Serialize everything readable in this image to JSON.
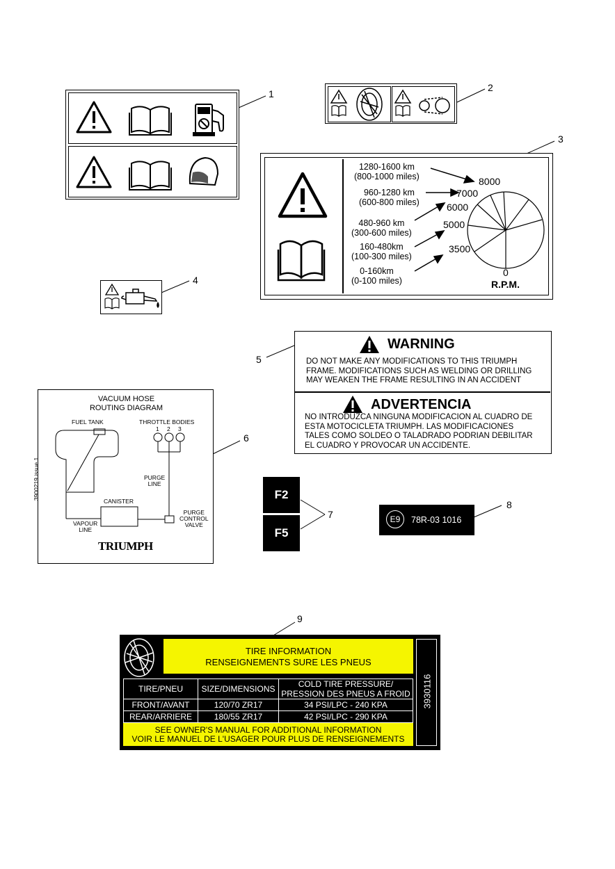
{
  "callouts": [
    "1",
    "2",
    "3",
    "4",
    "5",
    "6",
    "7",
    "8",
    "9"
  ],
  "label3": {
    "ranges": [
      {
        "km": "1280-1600 km",
        "miles": "(800-1000 miles)",
        "rpm": "8000"
      },
      {
        "km": "960-1280 km",
        "miles": "(600-800 miles)",
        "rpm": "7000"
      },
      {
        "km": "480-960 km",
        "miles": "(300-600 miles)",
        "rpm": "6000"
      },
      {
        "km": "160-480km",
        "miles": "(100-300 miles)",
        "rpm": "5000"
      },
      {
        "km": "0-160km",
        "miles": "(0-100 miles)",
        "rpm": "3500"
      }
    ],
    "zero": "0",
    "rpm_label": "R.P.M."
  },
  "label5": {
    "warning_title": "WARNING",
    "warning_lines": [
      "DO  NOT MAKE ANY MODIFICATIONS TO THIS TRIUMPH",
      "FRAME.  MODIFICATIONS SUCH AS WELDING OR DRILLING",
      "MAY WEAKEN THE FRAME RESULTING IN AN ACCIDENT"
    ],
    "advertencia_title": "ADVERTENCIA",
    "advertencia_lines": [
      "NO INTRODUZCA NINGUNA MODIFICACION AL CUADRO DE",
      "ESTA MOTOCICLETA TRIUMPH.  LAS MODIFICACIONES",
      "TALES COMO SOLDEO O TALADRADO PODRIAN DEBILITAR",
      "EL CUADRO Y PROVOCAR UN ACCIDENTE."
    ]
  },
  "label6": {
    "title1": "VACUUM HOSE",
    "title2": "ROUTING DIAGRAM",
    "fuel_tank": "FUEL TANK",
    "throttle_bodies": "THROTTLE BODIES",
    "tb_numbers": [
      "1",
      "2",
      "3"
    ],
    "purge_line1": "PURGE",
    "purge_line2": "LINE",
    "canister": "CANISTER",
    "vapour1": "VAPOUR",
    "vapour2": "LINE",
    "pcv1": "PURGE",
    "pcv2": "CONTROL",
    "pcv3": "VALVE",
    "issue": "3900219 issue 1",
    "brand": "TRIUMPH"
  },
  "label7": {
    "fuse1": "F2",
    "fuse2": "F5"
  },
  "label8": {
    "mark": "E9",
    "code": "78R-03 1016"
  },
  "label9": {
    "title1": "TIRE INFORMATION",
    "title2": "RENSEIGNEMENTS SURE LES PNEUS",
    "headers": [
      "TIRE/PNEU",
      "SIZE/DIMENSIONS",
      "COLD TIRE PRESSURE/",
      "PRESSION DES PNEUS A FROID"
    ],
    "rows": [
      [
        "FRONT/AVANT",
        "120/70 ZR17",
        "34 PSI/LPC - 240 KPA"
      ],
      [
        "REAR/ARRIERE",
        "180/55 ZR17",
        "42 PSI/LPC - 290 KPA"
      ]
    ],
    "footer1": "SEE OWNER'S MANUAL FOR ADDITIONAL INFORMATION",
    "footer2": "VOIR LE MANUEL DE L'USAGER POUR PLUS DE RENSEIGNEMENTS",
    "part_no": "3930116"
  },
  "colors": {
    "yellow": "#f5f500",
    "black": "#000000"
  }
}
